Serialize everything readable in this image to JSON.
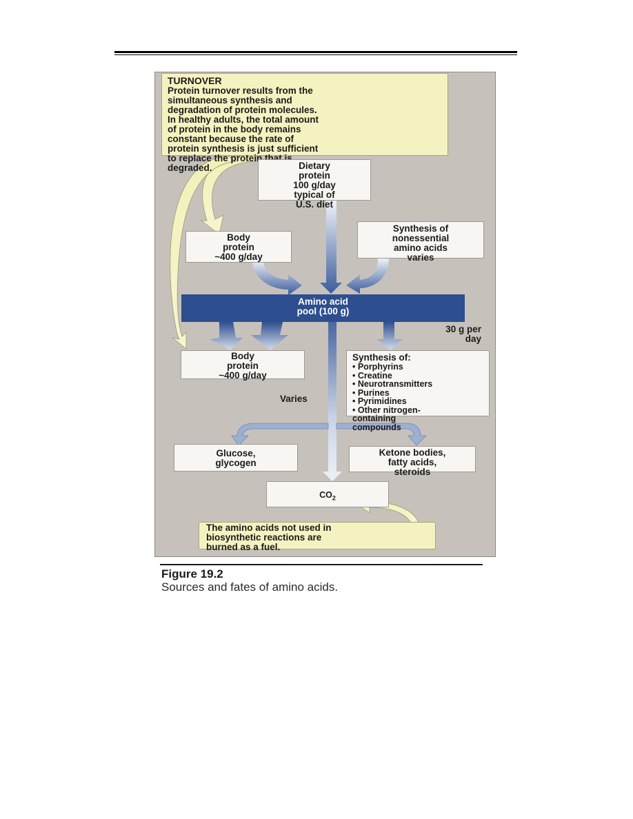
{
  "turnover": {
    "heading": "TURNOVER",
    "text": "Protein turnover results from the\nsimultaneous synthesis and\ndegradation of protein molecules.\nIn healthy adults, the total amount\nof protein in the body remains\nconstant because the rate of\nprotein synthesis is just sufficient\nto replace the protein that is\ndegraded."
  },
  "sources": {
    "dietary": "Dietary\nprotein\n100 g/day\ntypical of\nU.S. diet",
    "body_protein": "Body\nprotein\n~400 g/day",
    "nonessential": "Synthesis of\nnonessential\namino acids\nvaries"
  },
  "pool": {
    "label": "Amino acid\npool (100 g)"
  },
  "fates": {
    "body_protein": "Body\nprotein\n~400 g/day",
    "per_day": "30 g per\nday",
    "synthesis_heading": "Synthesis of:",
    "synthesis_items": [
      "• Porphyrins",
      "• Creatine",
      "• Neurotransmitters",
      "• Purines",
      "• Pyrimidines",
      "• Other nitrogen-\n  containing\n  compounds"
    ],
    "varies": "Varies",
    "glucose": "Glucose,\nglycogen",
    "ketone": "Ketone bodies,\nfatty acids,\nsteroids",
    "co2_main": "CO",
    "co2_sub": "2",
    "fuel_note": "The amino acids not used in\nbiosynthetic reactions are\nburned as a fuel."
  },
  "caption": {
    "title": "Figure 19.2",
    "text": "Sources and fates of amino acids."
  },
  "colors": {
    "pool": "#2e4f8f",
    "arrow_dark": "#3a5a98",
    "arrow_light": "#dfe5f0",
    "note": "#f4f2c0",
    "box": "#f7f6f2",
    "background": "#c6c2bb"
  }
}
